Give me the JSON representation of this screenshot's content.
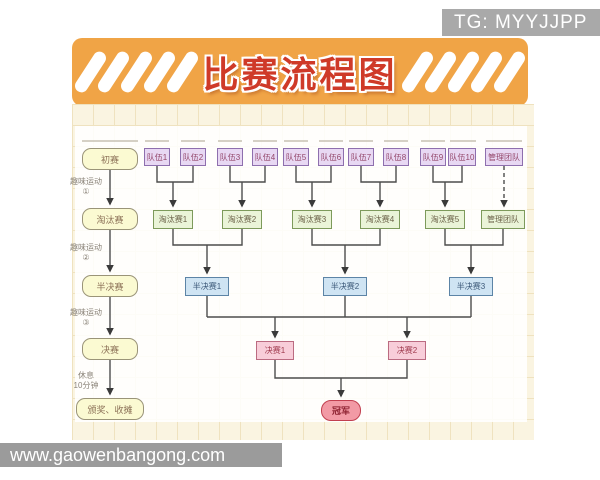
{
  "watermarks": {
    "tg": "TG: MYYJJPP",
    "site": "www.gaowenbangong.com"
  },
  "banner": {
    "title": "比赛流程图"
  },
  "flow": {
    "stages": [
      "初赛",
      "淘汰赛",
      "半决赛",
      "决赛",
      "颁奖、收摊"
    ],
    "side_notes": [
      {
        "line1": "趣味运动",
        "line2": "①"
      },
      {
        "line1": "趣味运动",
        "line2": "②"
      },
      {
        "line1": "趣味运动",
        "line2": "③"
      },
      {
        "line1": "休息",
        "line2": "10分钟"
      }
    ],
    "teams": [
      "队伍1",
      "队伍2",
      "队伍3",
      "队伍4",
      "队伍5",
      "队伍6",
      "队伍7",
      "队伍8",
      "队伍9",
      "队伍10",
      "管理团队"
    ],
    "elims": [
      "淘汰赛1",
      "淘汰赛2",
      "淘汰赛3",
      "淘汰赛4",
      "淘汰赛5",
      "管理团队"
    ],
    "semis": [
      "半决赛1",
      "半决赛2",
      "半决赛3"
    ],
    "finals": [
      "决赛1",
      "决赛2"
    ],
    "champion": "冠军"
  },
  "colors": {
    "banner_bg": "#f0a446",
    "title_red": "#cf3a28",
    "paper_bg": "#faf4e1",
    "grid_line": "#efe2bf",
    "node_yellow": "#fbfad2",
    "node_purple": "#e8d8f3",
    "node_green": "#eaf4d8",
    "node_blue": "#cfe4f3",
    "node_pink": "#f8cdd9",
    "champion_pink": "#f29aa5",
    "watermark_gray": "#9b9b9b"
  }
}
